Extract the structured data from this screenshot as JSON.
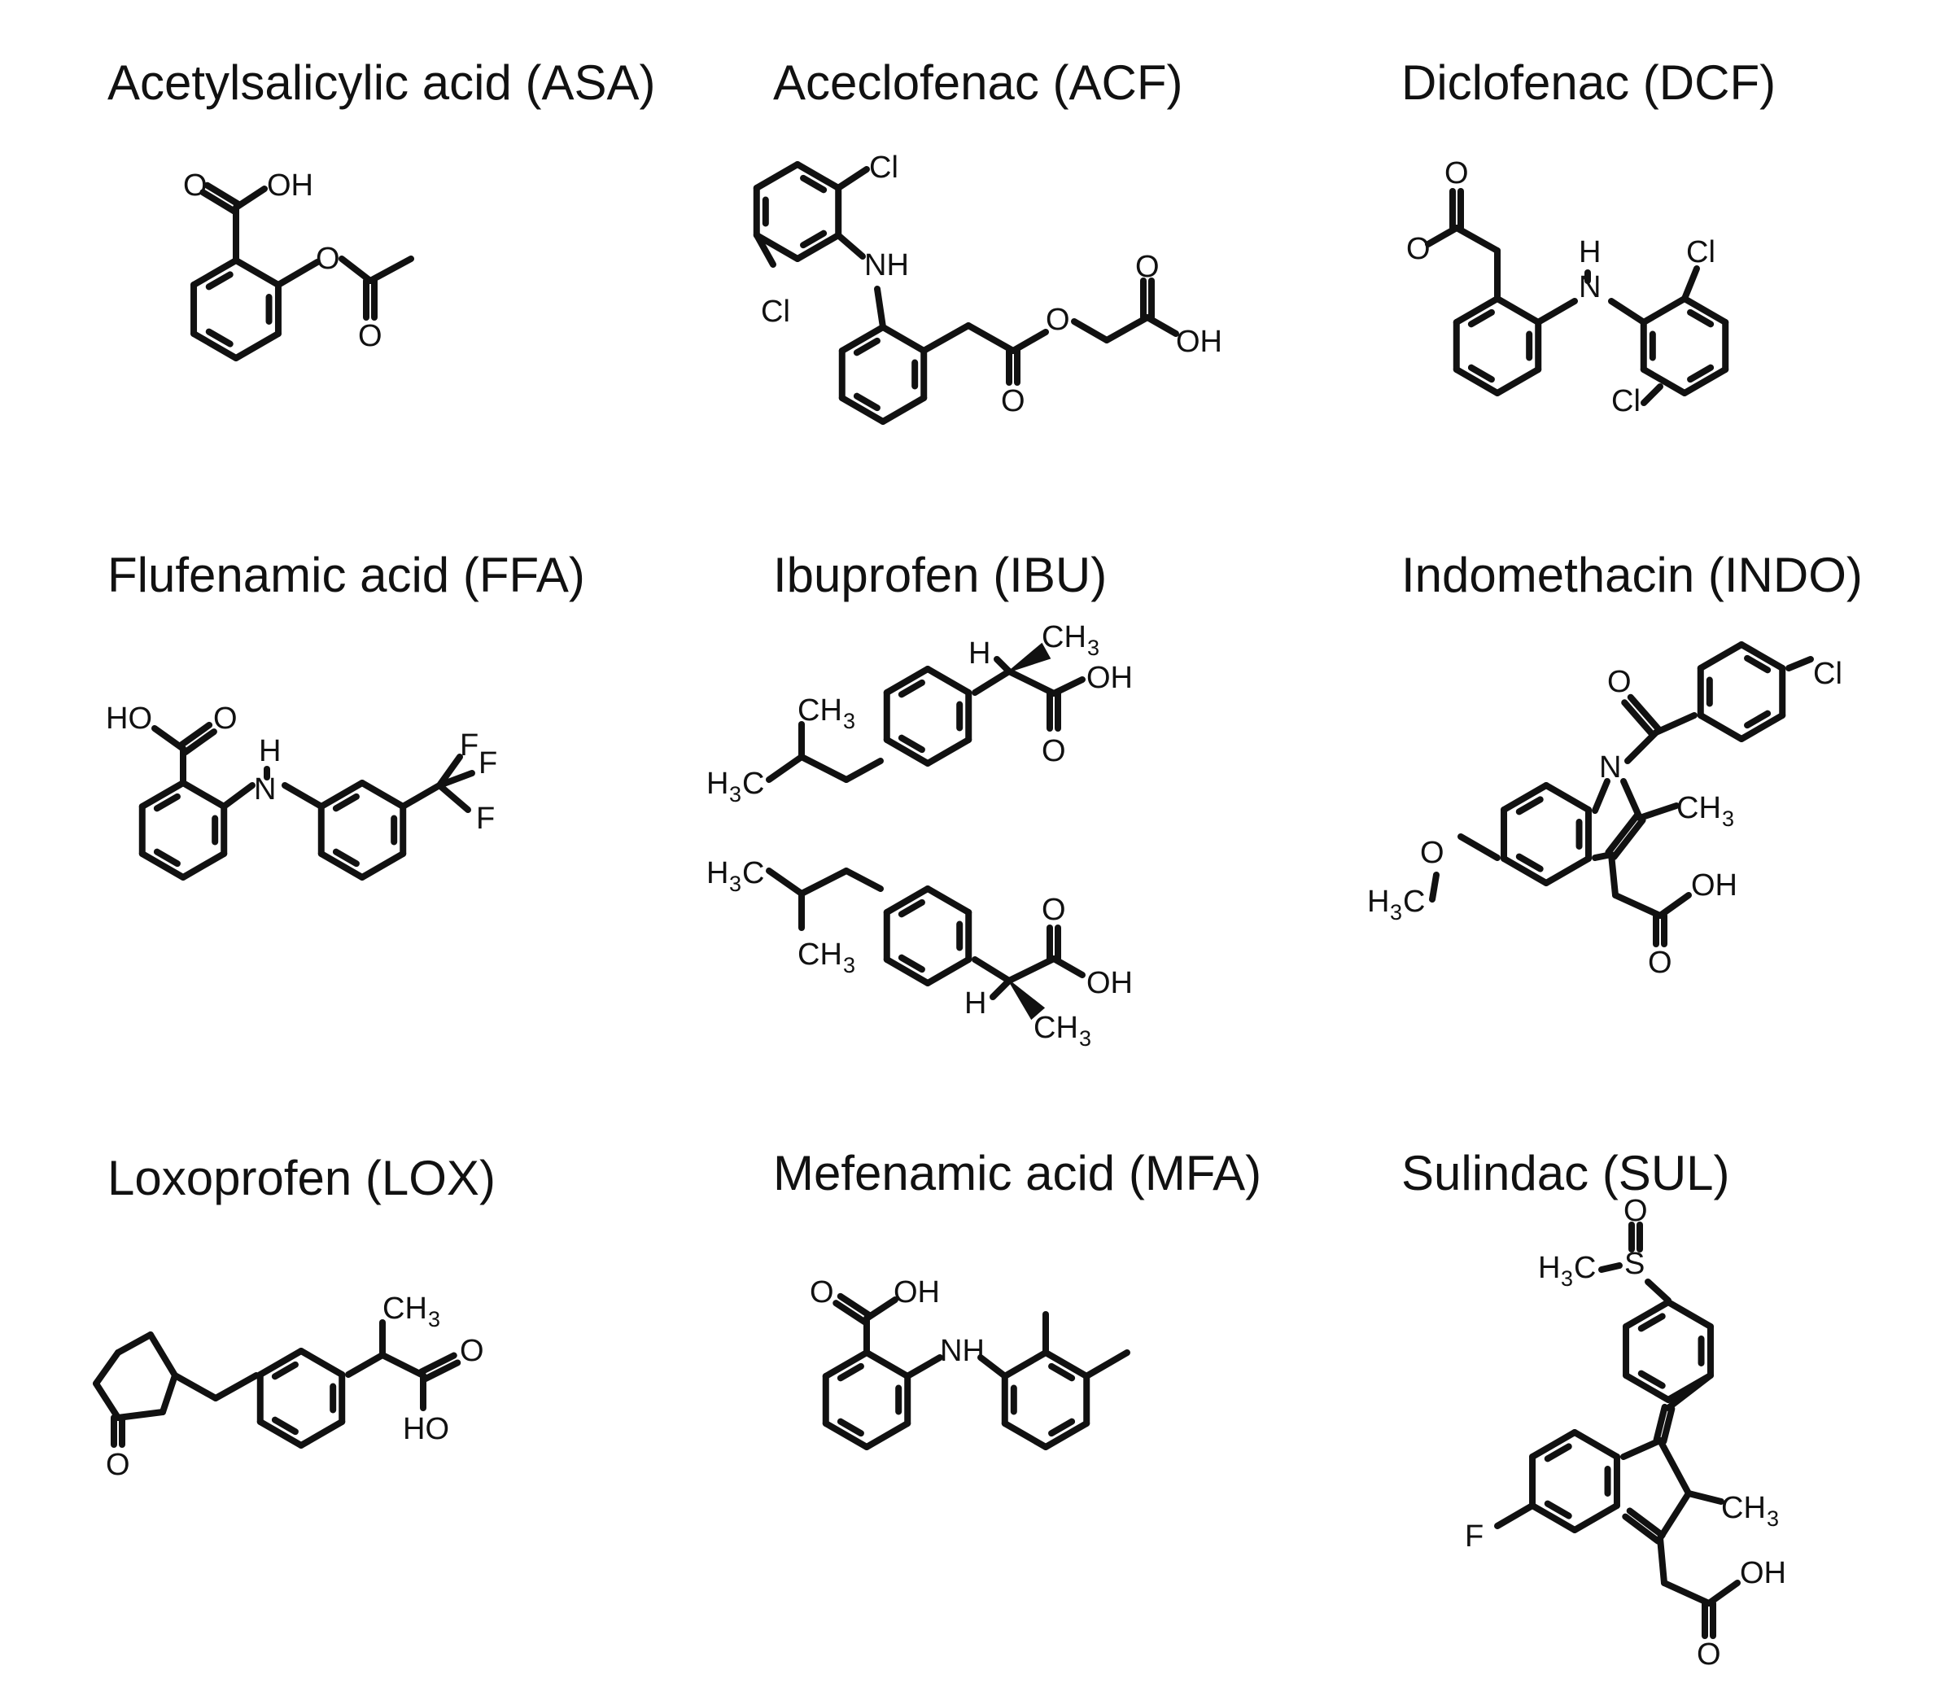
{
  "compounds": [
    {
      "name": "Acetylsalicylic acid (ASA)"
    },
    {
      "name": "Aceclofenac (ACF)"
    },
    {
      "name": "Diclofenac (DCF)"
    },
    {
      "name": "Flufenamic acid (FFA)"
    },
    {
      "name": "Ibuprofen (IBU)"
    },
    {
      "name": "Indomethacin (INDO)"
    },
    {
      "name": "Loxoprofen (LOX)"
    },
    {
      "name": "Mefenamic acid (MFA)"
    },
    {
      "name": "Sulindac (SUL)"
    }
  ],
  "atom_labels": {
    "o": "O",
    "oh": "OH",
    "ho": "HO",
    "cl": "Cl",
    "nh": "NH",
    "n": "N",
    "h": "H",
    "f": "F",
    "s": "S",
    "ch": "CH",
    "hc": "H",
    "c": "C",
    "three": "3"
  }
}
